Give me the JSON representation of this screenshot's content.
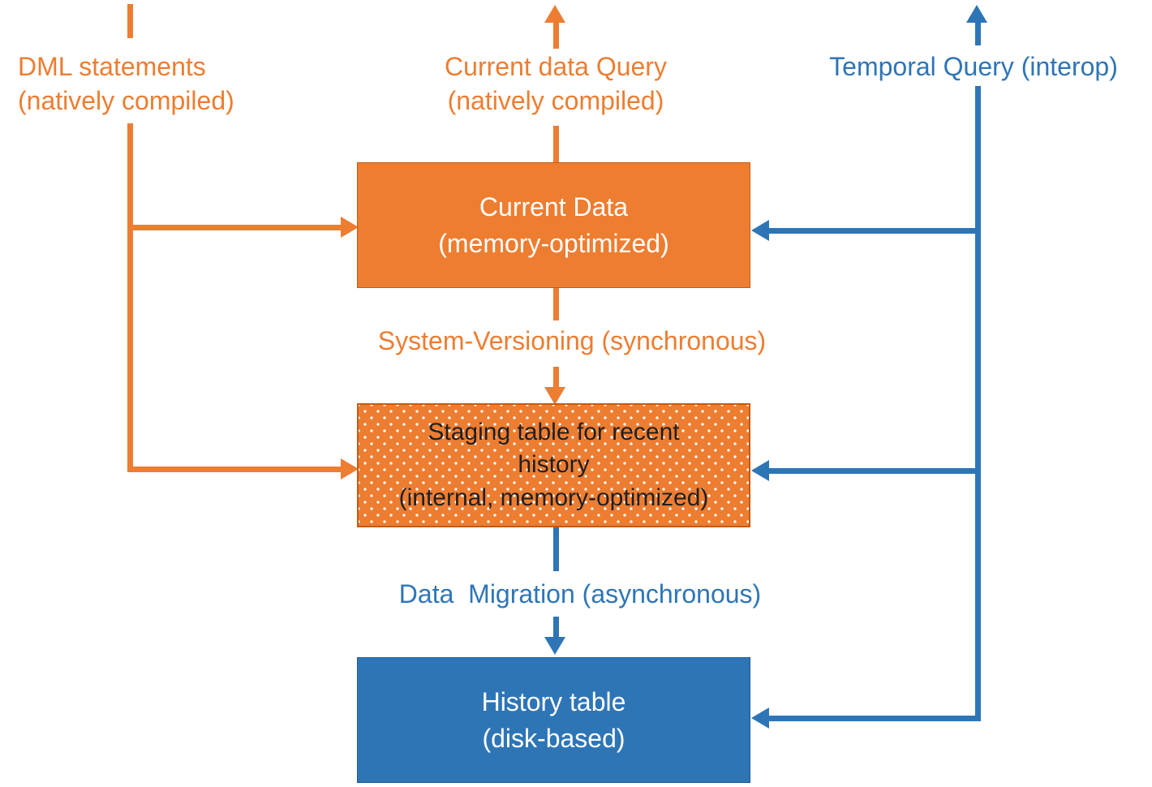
{
  "colors": {
    "orange": "#ED7D31",
    "orange_border": "#C55A11",
    "blue": "#2E75B6",
    "blue_border": "#1F5C99",
    "background": "#FFFFFF",
    "box_text_light": "#FFFFFF",
    "staging_text": "#1F1F1F"
  },
  "labels": {
    "dml_statements": "DML statements\n(natively compiled)",
    "current_data_query": "Current data Query\n(natively compiled)",
    "temporal_query": "Temporal Query (interop)",
    "system_versioning": "System-Versioning (synchronous)",
    "data_migration": "Data  Migration (asynchronous)"
  },
  "boxes": {
    "current_data": {
      "title": "Current Data",
      "subtitle": "(memory-optimized)"
    },
    "staging": {
      "title": "Staging table for recent\nhistory",
      "subtitle": "(internal, memory-optimized)"
    },
    "history": {
      "title": "History table",
      "subtitle": "(disk-based)"
    }
  }
}
